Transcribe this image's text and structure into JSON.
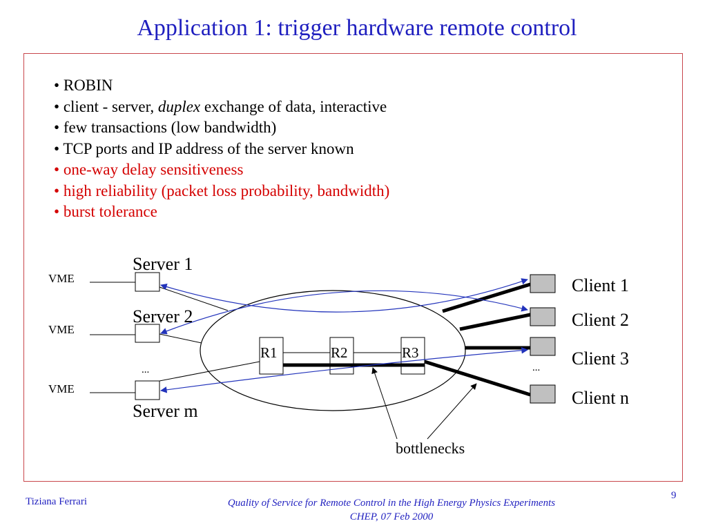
{
  "title": "Application 1: trigger hardware remote control",
  "bullets": [
    {
      "marker": "•",
      "text": "ROBIN",
      "color": "#000000"
    },
    {
      "marker": "•",
      "pre": "client - server, ",
      "em": "duplex",
      "post": " exchange of data, interactive",
      "color": "#000000"
    },
    {
      "marker": "•",
      "text": "few transactions (low bandwidth)",
      "color": "#000000"
    },
    {
      "marker": "•",
      "text": "TCP ports and IP address of the server known",
      "color": "#000000"
    },
    {
      "marker": "•",
      "text": "one-way delay sensitiveness",
      "color": "#d40000"
    },
    {
      "marker": "•",
      "text": "high reliability (packet loss probability, bandwidth)",
      "color": "#d40000"
    },
    {
      "marker": "•",
      "text": "burst tolerance",
      "color": "#d40000"
    }
  ],
  "diagram": {
    "vme_label": "VME",
    "servers": {
      "s1": "Server 1",
      "s2": "Server 2",
      "sm": "Server m",
      "ellipsis": "..."
    },
    "routers": {
      "r1": "R1",
      "r2": "R2",
      "r3": "R3"
    },
    "clients": {
      "c1": "Client 1",
      "c2": "Client 2",
      "c3": "Client 3",
      "cn": "Client n",
      "ellipsis": "..."
    },
    "bottlenecks_label": "bottlenecks",
    "colors": {
      "arrow": "#2233bb",
      "client_box": "#c0c0c0"
    }
  },
  "footer": {
    "author": "Tiziana Ferrari",
    "conference_line1": "Quality of Service for Remote Control in the High Energy Physics Experiments",
    "conference_line2": "CHEP, 07 Feb 2000",
    "page_number": "9"
  }
}
